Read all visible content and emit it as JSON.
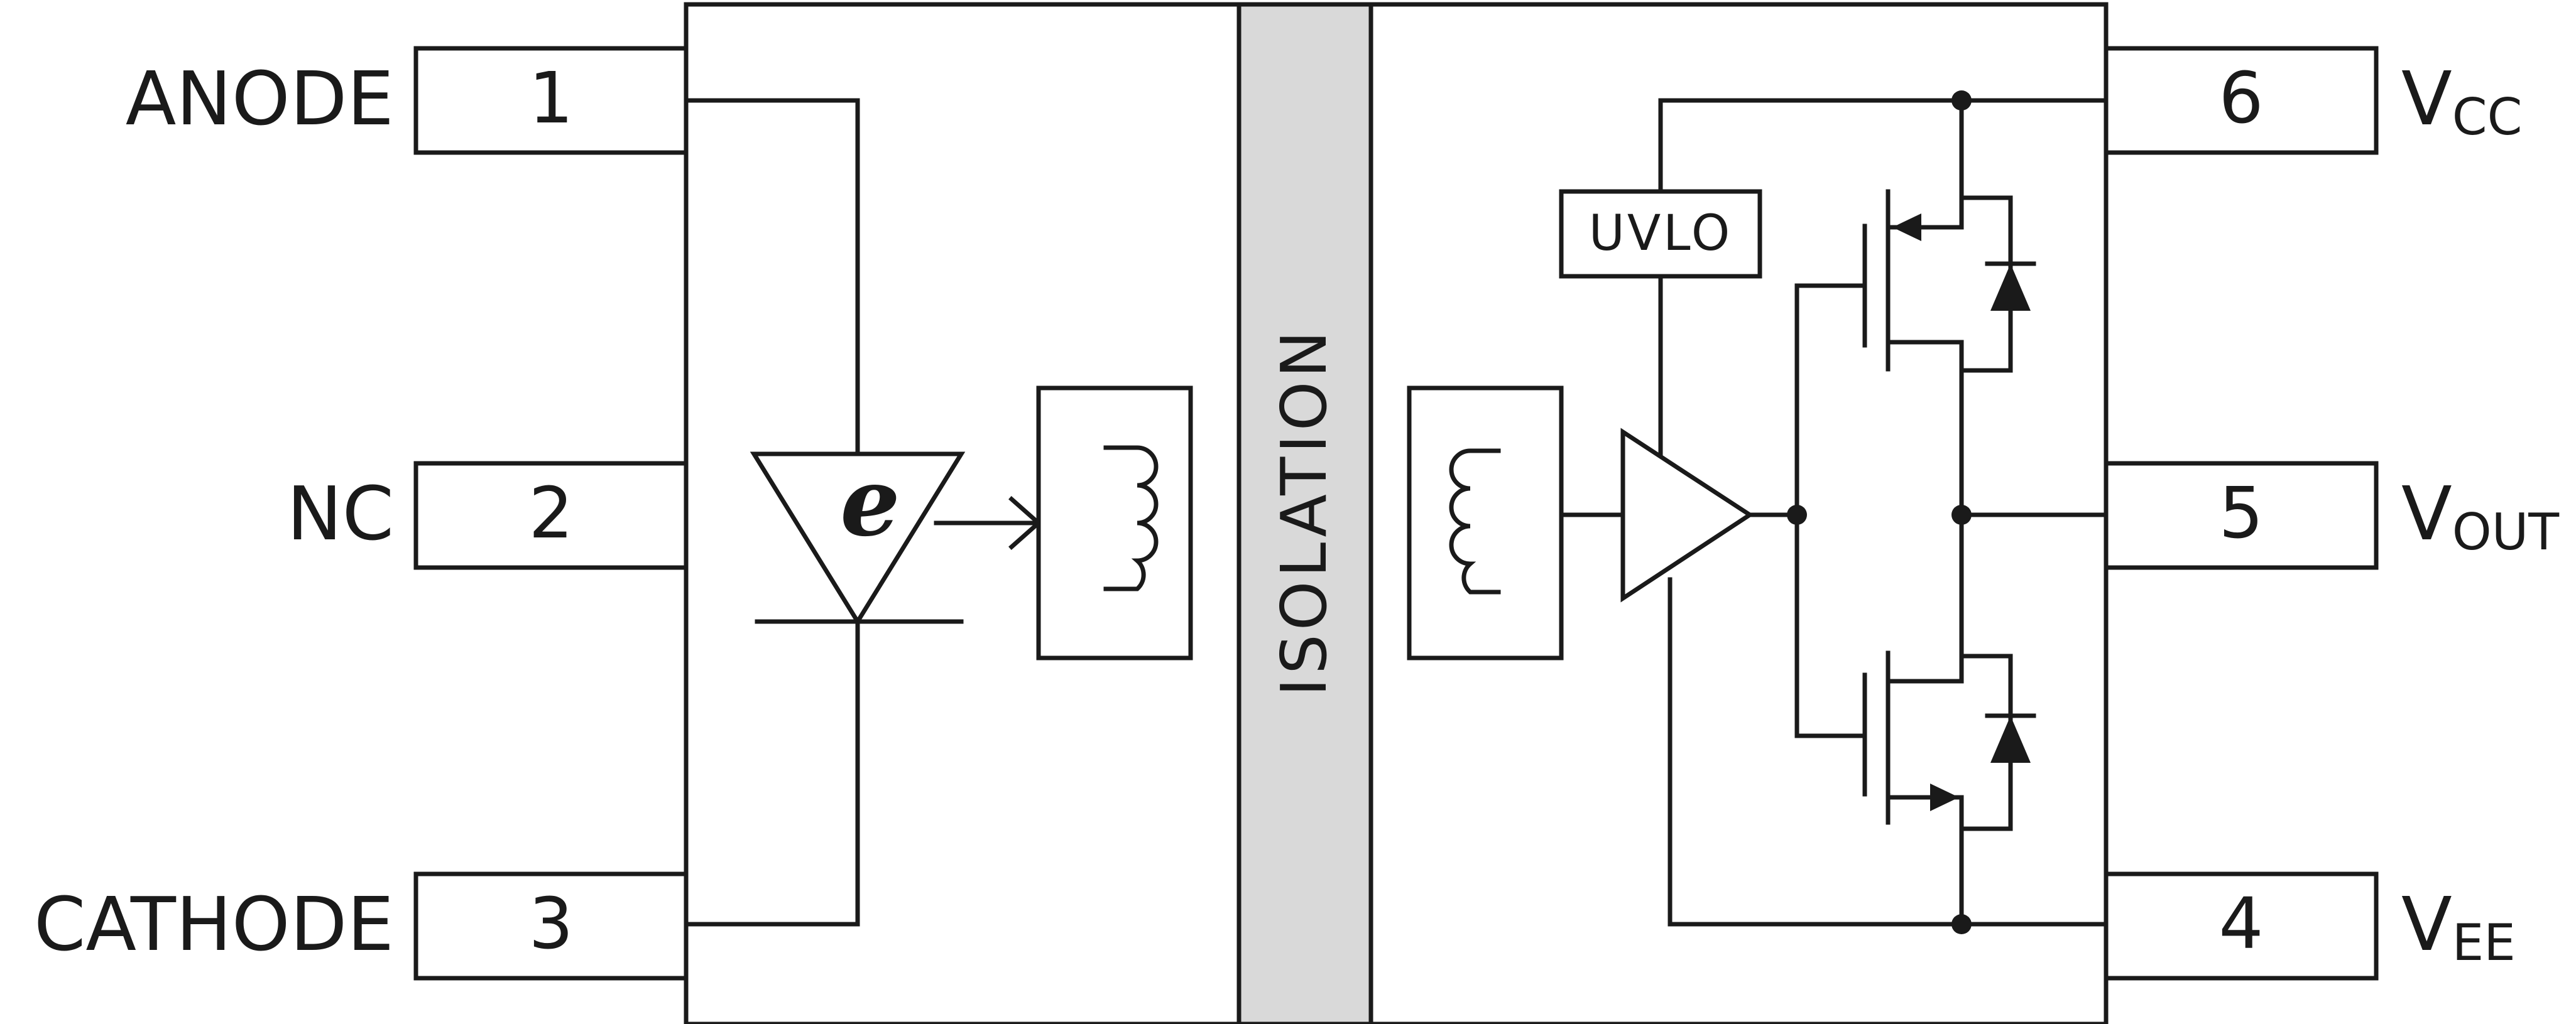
{
  "pins": {
    "p1": {
      "number": "1",
      "label": "ANODE"
    },
    "p2": {
      "number": "2",
      "label": "NC"
    },
    "p3": {
      "number": "3",
      "label": "CATHODE"
    },
    "p6": {
      "number": "6",
      "label_main": "V",
      "label_sub": "CC"
    },
    "p5": {
      "number": "5",
      "label_main": "V",
      "label_sub": "OUT"
    },
    "p4": {
      "number": "4",
      "label_main": "V",
      "label_sub": "EE"
    }
  },
  "blocks": {
    "isolation_label": "ISOLATION",
    "uvlo_label": "UVLO",
    "emitter_symbol": "e"
  },
  "colors": {
    "line": "#1a1a1a",
    "isolation_fill": "#d9d9d9",
    "background": "#ffffff"
  }
}
